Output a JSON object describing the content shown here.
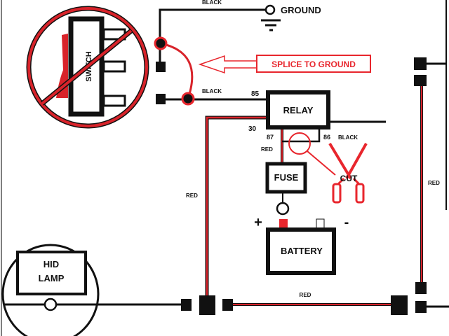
{
  "colors": {
    "wire_black": "#111111",
    "wire_red": "#d8232a",
    "accent": "#e8262d"
  },
  "switch": {
    "label": "SWITCH",
    "crossed_out": true
  },
  "labels": {
    "black_top": "BLACK",
    "ground": "GROUND",
    "splice": "SPLICE TO GROUND",
    "black_mid": "BLACK",
    "pin85": "85",
    "pin30": "30",
    "pin87": "87",
    "pin86": "86",
    "black_86": "BLACK",
    "red_87": "RED",
    "relay": "RELAY",
    "fuse": "FUSE",
    "cut": "CUT",
    "plus": "+",
    "minus": "-",
    "battery": "BATTERY",
    "red_left": "RED",
    "red_right": "RED",
    "red_bottom": "RED",
    "hid": "HID",
    "lamp": "LAMP"
  },
  "icons": {
    "ground": "ground-symbol-icon",
    "scissors": "scissors-icon",
    "magnifier": "magnifier-icon",
    "arrow": "arrow-left-icon"
  }
}
